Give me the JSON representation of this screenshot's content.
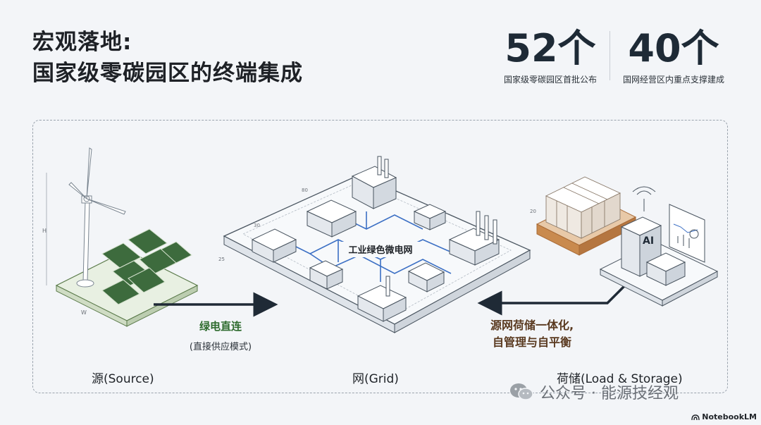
{
  "title": {
    "line1": "宏观落地:",
    "line2": "国家级零碳园区的终端集成"
  },
  "stats": [
    {
      "value": "52个",
      "caption": "国家级零碳园区首批公布"
    },
    {
      "value": "40个",
      "caption": "国网经营区内重点支撑建成"
    }
  ],
  "grid_center_label": "工业绿色微电网",
  "flows": {
    "left": {
      "main": "绿电直连",
      "sub": "(直接供应模式)"
    },
    "right": {
      "line1": "源网荷储一体化,",
      "line2": "自管理与自平衡"
    }
  },
  "sections": {
    "source": "源(Source)",
    "grid": "网(Grid)",
    "load": "荷储(Load & Storage)"
  },
  "building_ai": "AI",
  "dims": {
    "h": "H",
    "w": "W",
    "d80": "80",
    "d30": "30",
    "d20": "20",
    "d25": "25"
  },
  "watermark": "公众号 · 能源技经观",
  "brand": "NotebookLM",
  "colors": {
    "accent_blue": "#3b6fc4",
    "green": "#2e6b2e",
    "copper": "#c98a4e",
    "arrow": "#1f2a36"
  }
}
